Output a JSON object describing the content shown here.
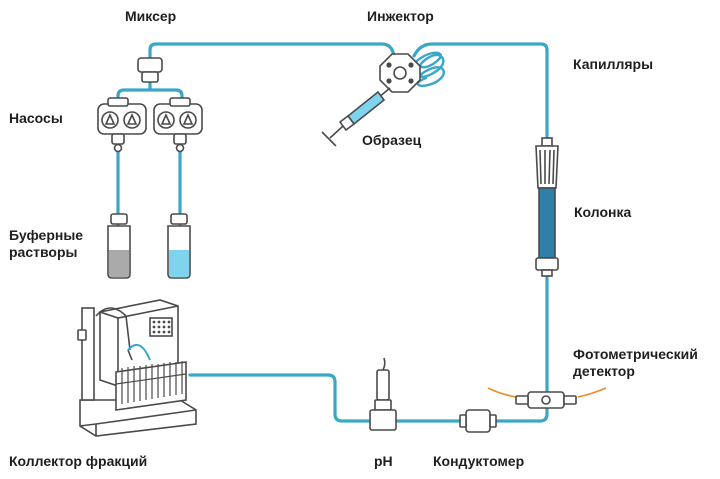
{
  "labels": {
    "mixer": "Миксер",
    "injector": "Инжектор",
    "capillaries": "Капилляры",
    "pumps": "Насосы",
    "sample": "Образец",
    "column": "Колонка",
    "buffers_line1": "Буферные",
    "buffers_line2": "растворы",
    "photometric_line1": "Фотометрический",
    "photometric_line2": "детектор",
    "fraction_collector": "Коллектор фракций",
    "ph": "pH",
    "conductometer": "Кондуктомер"
  },
  "colors": {
    "tube": "#3aa6c8",
    "outline": "#4a4a4a",
    "column_fill": "#2f7fa8",
    "buffer_grey": "#aaaaaa",
    "buffer_blue": "#7fd3ec",
    "detector_light": "#f08a2a",
    "label_text": "#1f1f1f"
  }
}
